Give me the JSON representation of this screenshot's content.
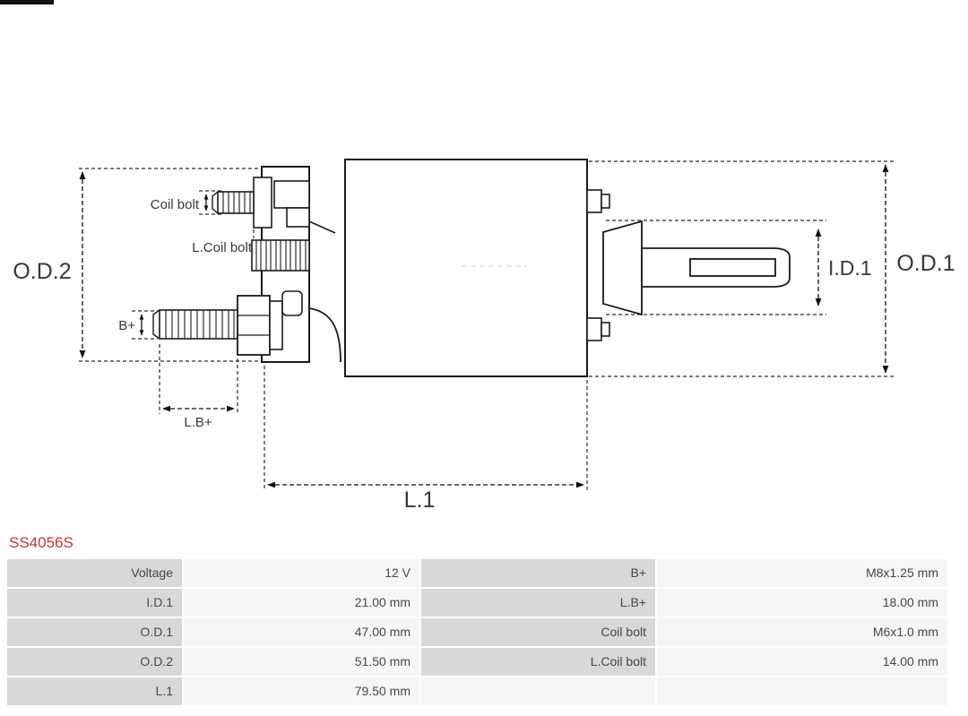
{
  "product": {
    "code": "SS4056S",
    "code_color": "#cc3333"
  },
  "diagram": {
    "labels": {
      "od2": "O.D.2",
      "od1": "O.D.1",
      "id1": "I.D.1",
      "coil_bolt": "Coil bolt",
      "l_coil_bolt": "L.Coil bolt",
      "b_plus": "B+",
      "l_b_plus": "L.B+",
      "l1": "L.1"
    }
  },
  "spec_table": {
    "colors": {
      "label_bg": "#d8d8d8",
      "value_bg": "#f6f6f6"
    },
    "rows": [
      {
        "label_left": "Voltage",
        "value_left": "12 V",
        "label_right": "B+",
        "value_right": "M8x1.25 mm"
      },
      {
        "label_left": "I.D.1",
        "value_left": "21.00 mm",
        "label_right": "L.B+",
        "value_right": "18.00 mm"
      },
      {
        "label_left": "O.D.1",
        "value_left": "47.00 mm",
        "label_right": "Coil bolt",
        "value_right": "M6x1.0 mm"
      },
      {
        "label_left": "O.D.2",
        "value_left": "51.50 mm",
        "label_right": "L.Coil bolt",
        "value_right": "14.00 mm"
      },
      {
        "label_left": "L.1",
        "value_left": "79.50 mm",
        "label_right": "",
        "value_right": ""
      }
    ]
  }
}
